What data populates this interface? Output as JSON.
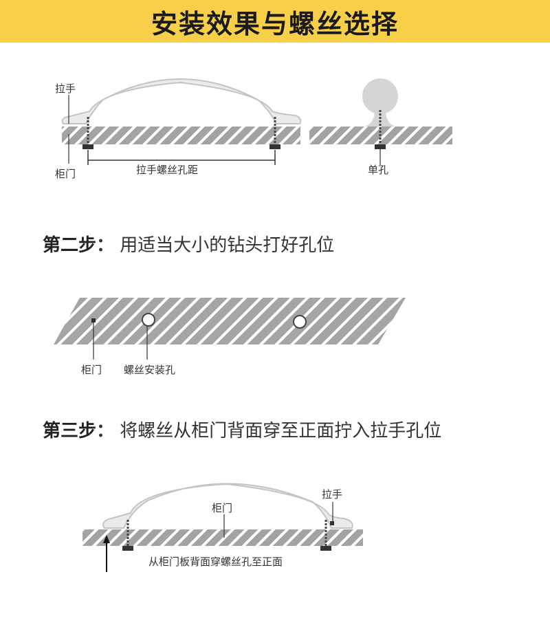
{
  "header": {
    "title": "安装效果与螺丝选择"
  },
  "diagram1": {
    "handle_label": "拉手",
    "door_label": "柜门",
    "distance_label": "拉手螺丝孔距",
    "single_hole_label": "单孔"
  },
  "step2": {
    "label": "第二步",
    "sep": "：",
    "text": "用适当大小的钻头打好孔位",
    "door_label": "柜门",
    "hole_label": "螺丝安装孔"
  },
  "step3": {
    "label": "第三步",
    "sep": "：",
    "text": "将螺丝从柜门背面穿至正面拧入拉手孔位",
    "door_label": "柜门",
    "handle_label": "拉手",
    "caption": "从柜门板背面穿螺丝孔至正面"
  },
  "colors": {
    "banner": "#f7cf48",
    "board": "#9e9e9e",
    "handle": "#e9e9e9",
    "screw": "#333333"
  }
}
